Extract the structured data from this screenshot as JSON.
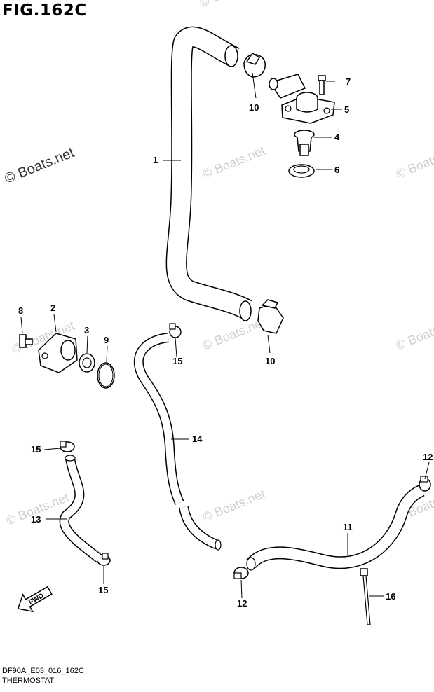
{
  "figure": {
    "title": "FIG.162C"
  },
  "watermark": "© Boats.net",
  "callouts": {
    "c1": "1",
    "c2": "2",
    "c3": "3",
    "c4": "4",
    "c5": "5",
    "c6": "6",
    "c7": "7",
    "c8": "8",
    "c9": "9",
    "c10a": "10",
    "c10b": "10",
    "c11": "11",
    "c12a": "12",
    "c12b": "12",
    "c13": "13",
    "c14": "14",
    "c15a": "15",
    "c15b": "15",
    "c15c": "15",
    "c16": "16"
  },
  "fwd_label": "FWD",
  "footer": {
    "code": "DF90A_E03_016_162C",
    "name": "THERMOSTAT"
  }
}
